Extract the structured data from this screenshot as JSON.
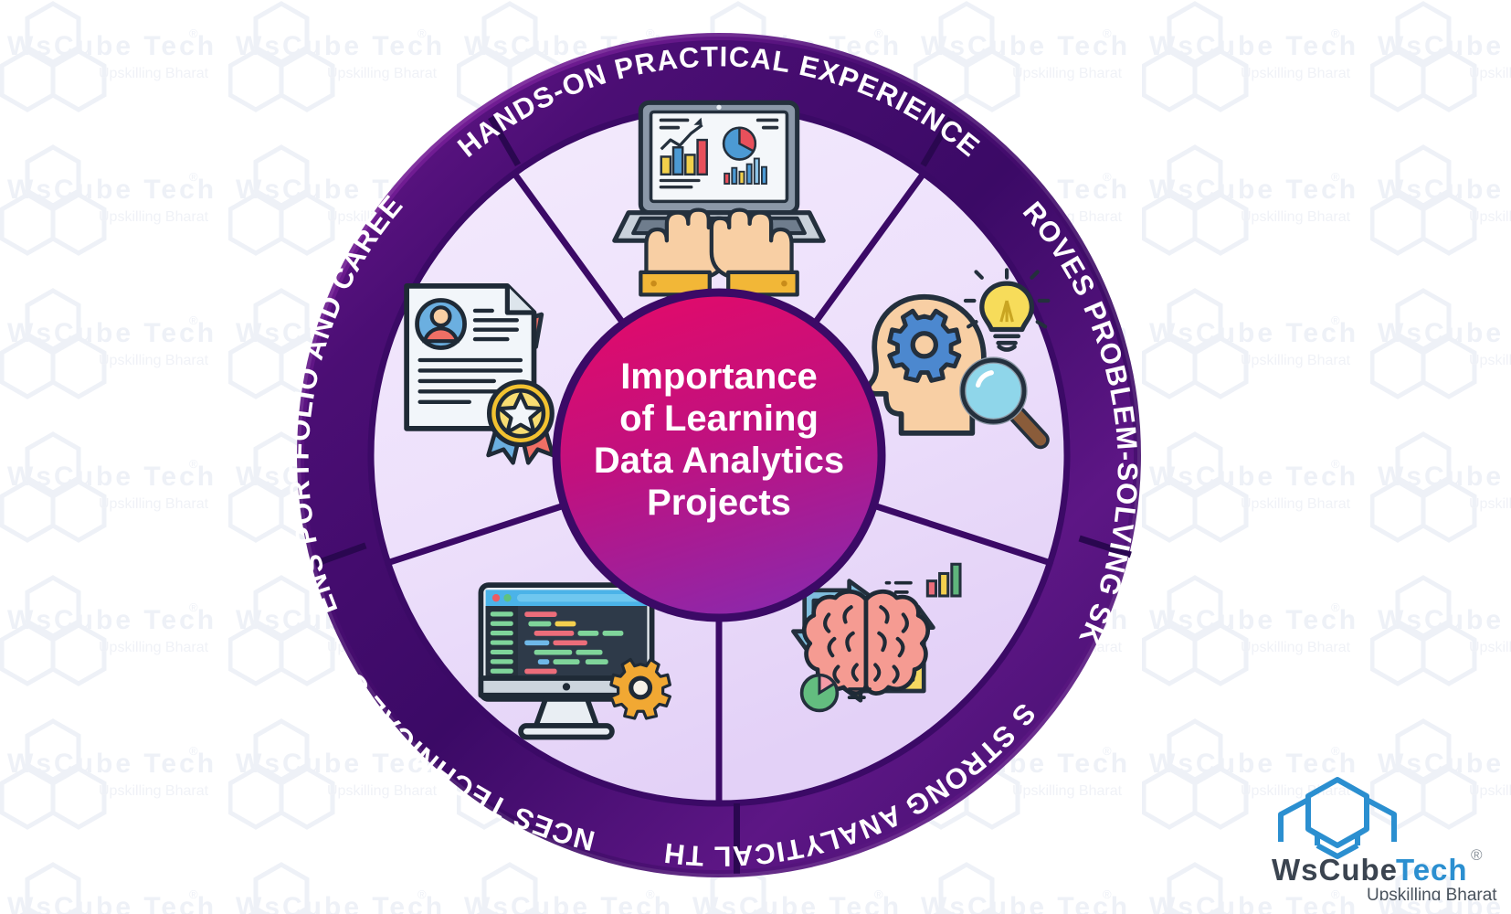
{
  "title": "Importance of Learning Data Analytics Projects",
  "center": {
    "lines": [
      "Importance",
      "of Learning",
      "Data Analytics",
      "Projects"
    ],
    "gradient_from": "#d6096e",
    "gradient_to": "#8f2ba8",
    "text_color": "#ffffff"
  },
  "colors": {
    "ring_dark": "#3b0a66",
    "ring_mid": "#5b1480",
    "ring_light": "#7c1f9c",
    "segment_fill_light": "#f0e5fb",
    "segment_fill_dark": "#e4d2f7",
    "divider": "#3b0a66",
    "background": "#ffffff",
    "accent_blue": "#2b8fd0",
    "logo_dark": "#3b4450"
  },
  "segments": [
    {
      "id": "hands-on-practical-experience",
      "label": "HANDS-ON PRACTICAL EXPERIENCE",
      "icon": "laptop-dashboard-hands-icon",
      "position": "top"
    },
    {
      "id": "improves-problem-solving-skills",
      "label": "IMPROVES PROBLEM-SOLVING SKILLS",
      "icon": "head-gear-bulb-magnifier-icon",
      "position": "right"
    },
    {
      "id": "builds-strong-analytical-thinking",
      "label": "BUILDS STRONG ANALYTICAL THINKING",
      "icon": "brain-charts-arrows-icon",
      "position": "bottom-right"
    },
    {
      "id": "enhances-technical-skills",
      "label": "ENHANCES TECHNICAL SKILLS",
      "icon": "monitor-code-gear-icon",
      "position": "bottom-left"
    },
    {
      "id": "strengthens-portfolio-and-career-growth",
      "label": "STRENGTHENS PORTFOLIO AND CAREER GROWTH",
      "icon": "resume-medal-growth-arrow-icon",
      "position": "left"
    }
  ],
  "brand": {
    "name_part1": "WsCube",
    "name_part2": "Tech",
    "registered": "®",
    "tagline": "Upskilling Bharat",
    "logo": "hexagon-cluster-logo"
  },
  "watermark": {
    "name_part1": "WsCube",
    "name_part2": "Tech",
    "registered": "®",
    "tagline": "Upskilling Bharat"
  }
}
